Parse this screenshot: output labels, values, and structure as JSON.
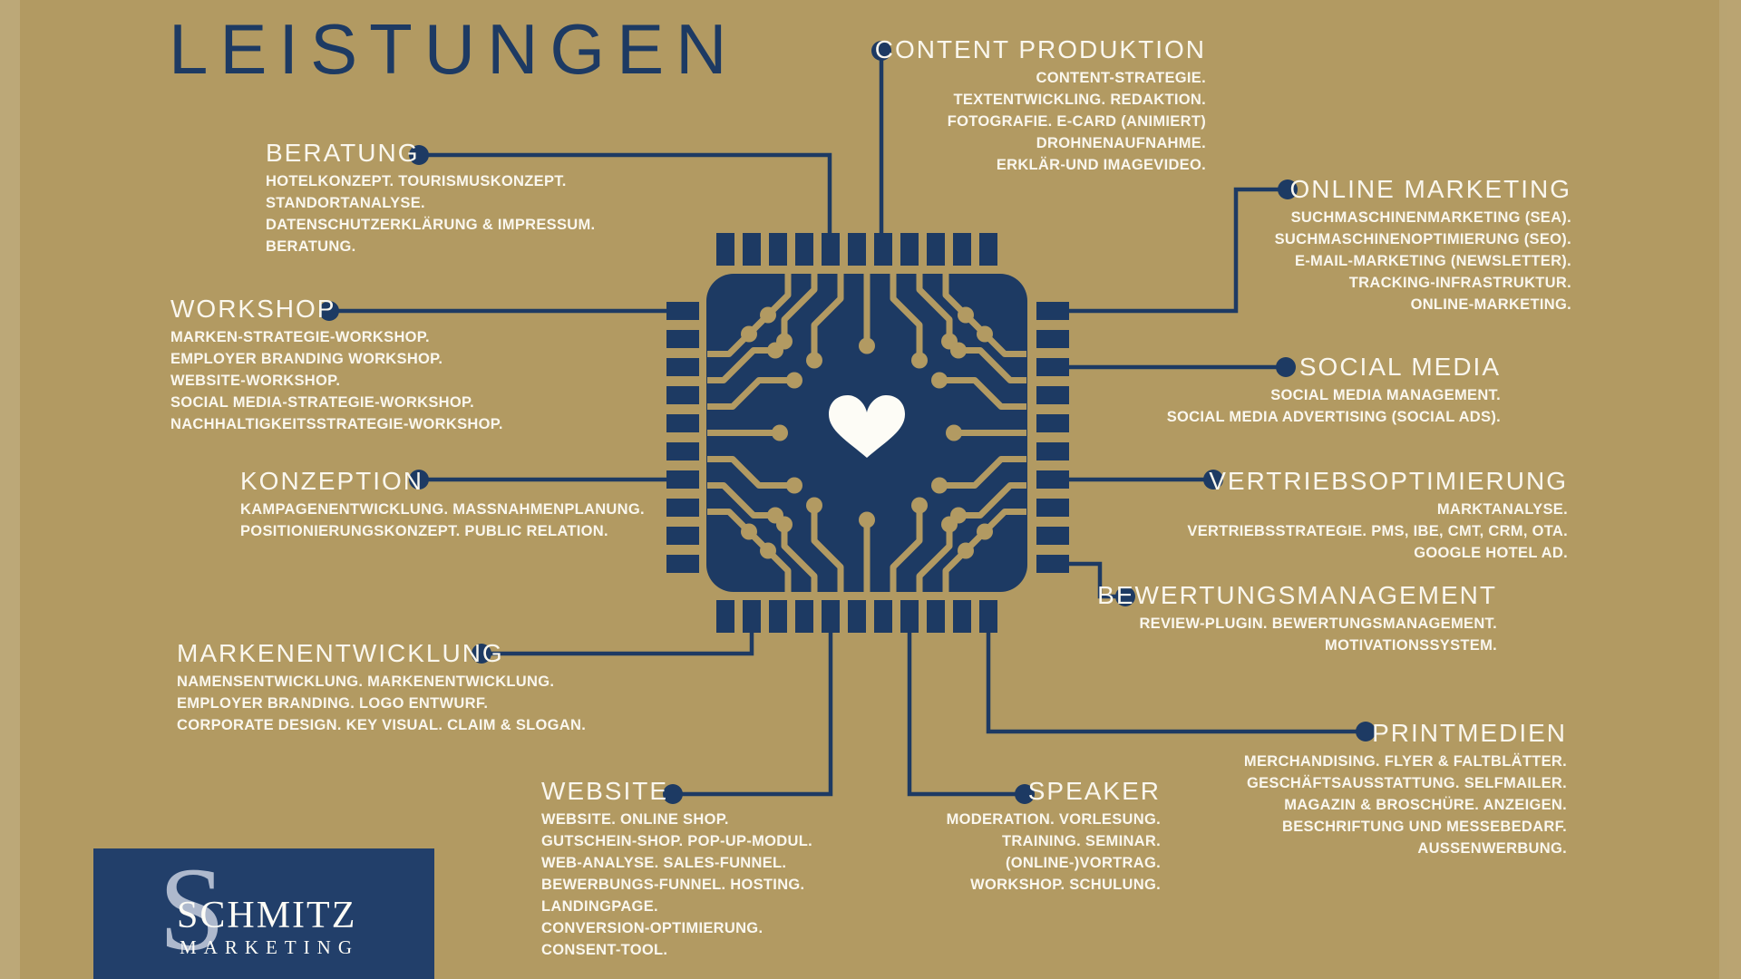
{
  "title": "LEISTUNGEN",
  "colors": {
    "background": "#b29a62",
    "navy": "#1d3a63",
    "logo_navy": "#223f6a",
    "text": "#faf7ee"
  },
  "logo": {
    "monogram": "S",
    "name": "SCHMITZ",
    "subtitle": "MARKETING"
  },
  "chip": {
    "center_icon": "heart"
  },
  "sections": [
    {
      "id": "beratung",
      "label": "BERATUNG",
      "items": [
        "HOTELKONZEPT. TOURISMUSKONZEPT.",
        "STANDORTANALYSE.",
        "DATENSCHUTZERKLÄRUNG & IMPRESSUM.",
        "BERATUNG."
      ]
    },
    {
      "id": "workshop",
      "label": "WORKSHOP",
      "items": [
        "MARKEN-STRATEGIE-WORKSHOP.",
        "EMPLOYER BRANDING WORKSHOP.",
        "WEBSITE-WORKSHOP.",
        "SOCIAL MEDIA-STRATEGIE-WORKSHOP.",
        "NACHHALTIGKEITSSTRATEGIE-WORKSHOP."
      ]
    },
    {
      "id": "konzeption",
      "label": "KONZEPTION",
      "items": [
        "KAMPAGENENTWICKLUNG. MASSNAHMENPLANUNG.",
        "POSITIONIERUNGSKONZEPT. PUBLIC RELATION."
      ]
    },
    {
      "id": "markenentwicklung",
      "label": "MARKENENTWICKLUNG",
      "items": [
        "NAMENSENTWICKLUNG. MARKENENTWICKLUNG.",
        "EMPLOYER BRANDING. LOGO ENTWURF.",
        "CORPORATE DESIGN. KEY VISUAL. CLAIM & SLOGAN."
      ]
    },
    {
      "id": "website",
      "label": "WEBSITE",
      "items": [
        "WEBSITE. ONLINE SHOP.",
        "GUTSCHEIN-SHOP. POP-UP-MODUL.",
        "WEB-ANALYSE. SALES-FUNNEL.",
        "BEWERBUNGS-FUNNEL. HOSTING.",
        "LANDINGPAGE.",
        "CONVERSION-OPTIMIERUNG.",
        "CONSENT-TOOL."
      ]
    },
    {
      "id": "content-produktion",
      "label": "CONTENT PRODUKTION",
      "items": [
        "CONTENT-STRATEGIE.",
        "TEXTENTWICKLING. REDAKTION.",
        "FOTOGRAFIE. E-CARD (ANIMIERT)",
        "DROHNENAUFNAHME.",
        "ERKLÄR-UND IMAGEVIDEO."
      ]
    },
    {
      "id": "online-marketing",
      "label": "ONLINE MARKETING",
      "items": [
        "SUCHMASCHINENMARKETING (SEA).",
        "SUCHMASCHINENOPTIMIERUNG (SEO).",
        "E-MAIL-MARKETING (NEWSLETTER).",
        "TRACKING-INFRASTRUKTUR.",
        "ONLINE-MARKETING."
      ]
    },
    {
      "id": "social-media",
      "label": "SOCIAL MEDIA",
      "items": [
        "SOCIAL MEDIA MANAGEMENT.",
        "SOCIAL MEDIA ADVERTISING (SOCIAL ADS)."
      ]
    },
    {
      "id": "vertriebsoptimierung",
      "label": "VERTRIEBSOPTIMIERUNG",
      "items": [
        "MARKTANALYSE.",
        "VERTRIEBSSTRATEGIE. PMS, IBE, CMT, CRM, OTA.",
        "GOOGLE HOTEL AD."
      ]
    },
    {
      "id": "bewertungsmanagement",
      "label": "BEWERTUNGSMANAGEMENT",
      "items": [
        "REVIEW-PLUGIN. BEWERTUNGSMANAGEMENT.",
        "MOTIVATIONSSYSTEM."
      ]
    },
    {
      "id": "printmedien",
      "label": "PRINTMEDIEN",
      "items": [
        "MERCHANDISING. FLYER & FALTBLÄTTER.",
        "GESCHÄFTSAUSSTATTUNG. SELFMAILER.",
        "MAGAZIN & BROSCHÜRE. ANZEIGEN.",
        "BESCHRIFTUNG UND MESSEBEDARF.",
        "AUSSENWERBUNG."
      ]
    },
    {
      "id": "speaker",
      "label": "SPEAKER",
      "items": [
        "MODERATION. VORLESUNG.",
        "TRAINING. SEMINAR.",
        "(ONLINE-)VORTRAG.",
        "WORKSHOP. SCHULUNG."
      ]
    }
  ]
}
